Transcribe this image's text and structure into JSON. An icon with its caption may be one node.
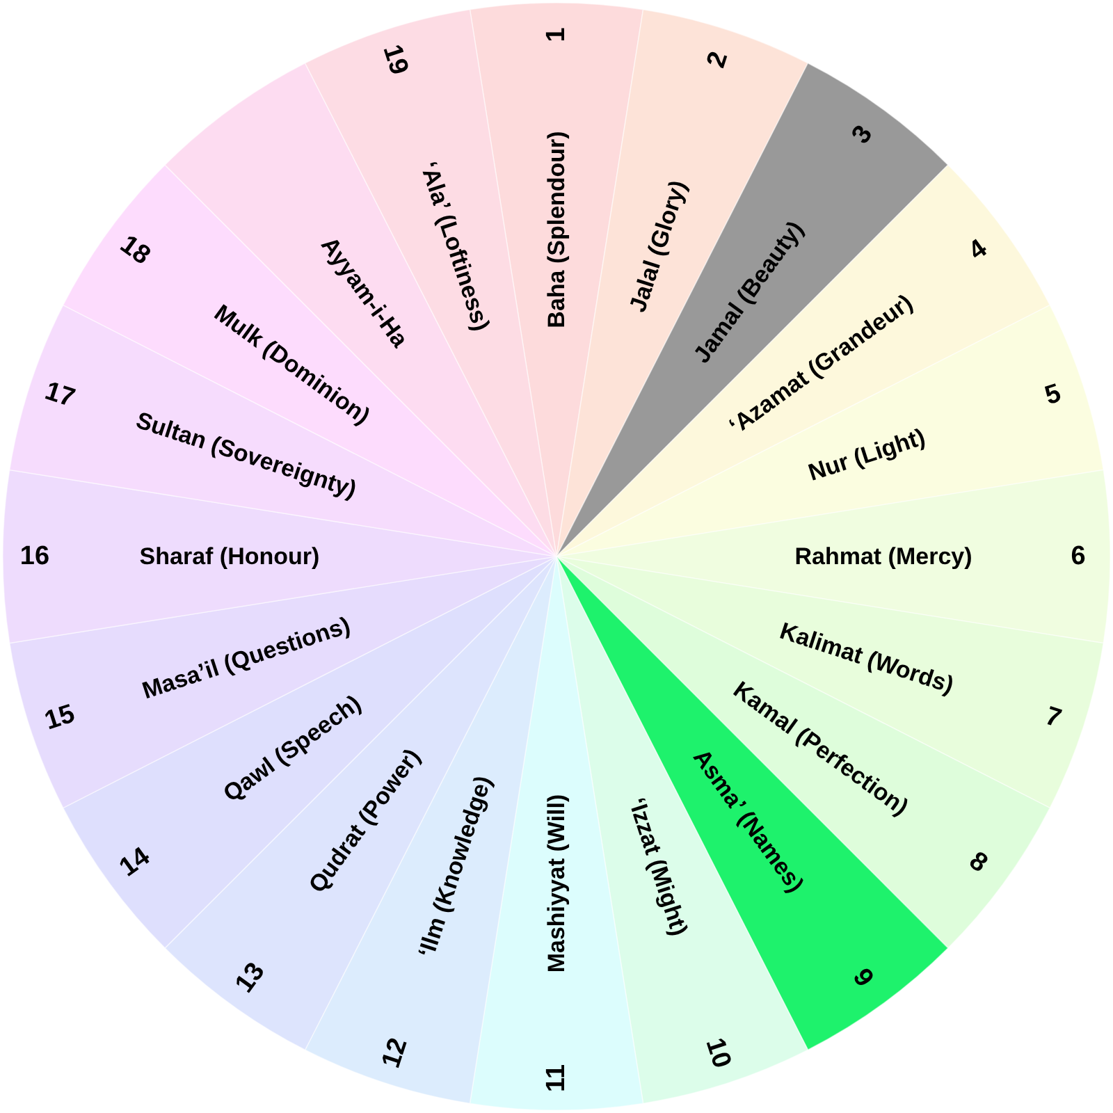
{
  "diagram": {
    "nodes": [
      {
        "text": [
          "Baha (Splendour)",
          "1"
        ]
      },
      {
        "text": [
          "Jalal (Glory)",
          "2"
        ]
      },
      {
        "text": [
          "Jamal (Beauty)",
          "3"
        ]
      },
      {
        "text": [
          "‘Azamat (Grandeur)",
          "4"
        ]
      },
      {
        "text": [
          "Nur (Light)",
          "5"
        ]
      },
      {
        "text": [
          "Rahmat (Mercy)",
          "6"
        ]
      },
      {
        "text": [
          "Kalimat (Words)",
          "7"
        ]
      },
      {
        "text": [
          "Kamal (Perfection)",
          "8"
        ]
      },
      {
        "text": [
          "Asma’ (Names)",
          "9"
        ]
      },
      {
        "text": [
          "‘Izzat (Might)",
          "10"
        ]
      },
      {
        "text": [
          "Mashiyyat (Will)",
          "11"
        ]
      },
      {
        "text": [
          "12",
          "‘Ilm (Knowledge)"
        ]
      },
      {
        "text": [
          "13",
          "Qudrat (Power)"
        ]
      },
      {
        "text": [
          "14",
          "Qawl (Speech)"
        ]
      },
      {
        "text": [
          "15",
          "Masa’il (Questions)"
        ]
      },
      {
        "text": [
          "16",
          "Sharaf (Honour)"
        ]
      },
      {
        "text": [
          "17",
          "Sultan (Sovereignty)"
        ]
      },
      {
        "text": [
          "18",
          "Mulk (Dominion)"
        ]
      },
      {
        "text": [
          "Ayyam-i-Ha"
        ]
      },
      {
        "text": [
          "19",
          "‘Ala’ (Loftiness)"
        ]
      }
    ]
  }
}
